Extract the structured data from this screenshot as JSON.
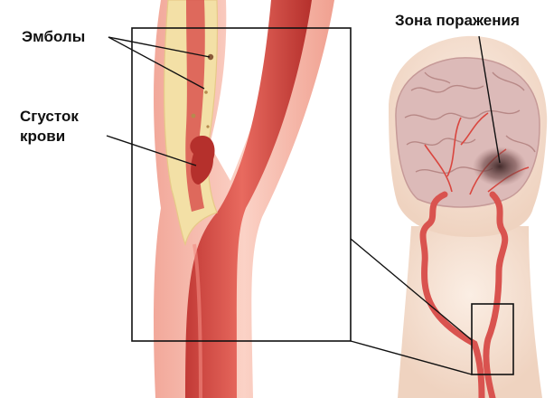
{
  "labels": {
    "emboli": "Эмболы",
    "clot_line1": "Сгусток",
    "clot_line2": "крови",
    "lesion_zone": "Зона поражения"
  },
  "colors": {
    "vessel_red": "#d9534f",
    "vessel_dark": "#b5302c",
    "plaque": "#f3e0a6",
    "skin": "#f6e2d3",
    "brain": "#d9b8b6",
    "lesion": "#5a3a3a",
    "frame": "#111111"
  },
  "icons": [
    "artery-illustration",
    "head-illustration",
    "brain-illustration"
  ]
}
